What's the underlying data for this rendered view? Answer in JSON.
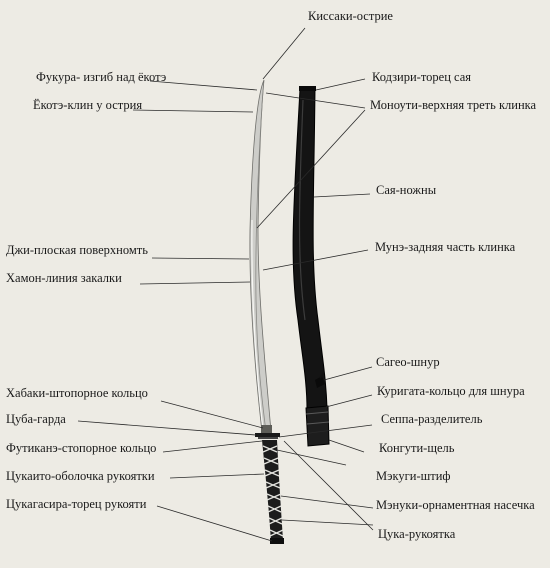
{
  "labels": {
    "kissaki": "Киссаки-острие",
    "fukura": "Фукура- изгиб над ёкотэ",
    "yokote": "Ёкотэ-клин у острия",
    "ji": "Джи-плоская поверхномть",
    "hamon": "Хамон-линия закалки",
    "habaki": "Хабаки-штопорное кольцо",
    "tsuba": "Цуба-гарда",
    "fuchikane": "Футиканэ-стопорное кольцо",
    "tsukaito": "Цукаито-оболочка рукоятки",
    "tsukagashira": "Цукагасира-торец рукояти",
    "koijiri": "Кодзири-торец сая",
    "monouchi": "Моноути-верхняя треть клинка",
    "saya": "Сая-ножны",
    "mune": "Мунэ-задняя часть клинка",
    "sageo": "Сагео-шнур",
    "kurigata": "Куригата-кольцо для шнура",
    "seppa": "Сеппа-разделитель",
    "koiguchi": "Конгути-щель",
    "mekugi": "Мэкуги-штиф",
    "menuki": "Мэнуки-орнаментная насечка",
    "tsuka": "Цука-рукоятка"
  },
  "colors": {
    "background": "#edebe4",
    "line": "#2a2a2a",
    "blade": "#c9c9c5",
    "saya": "#141414",
    "wrap": "#1c1c1c"
  }
}
